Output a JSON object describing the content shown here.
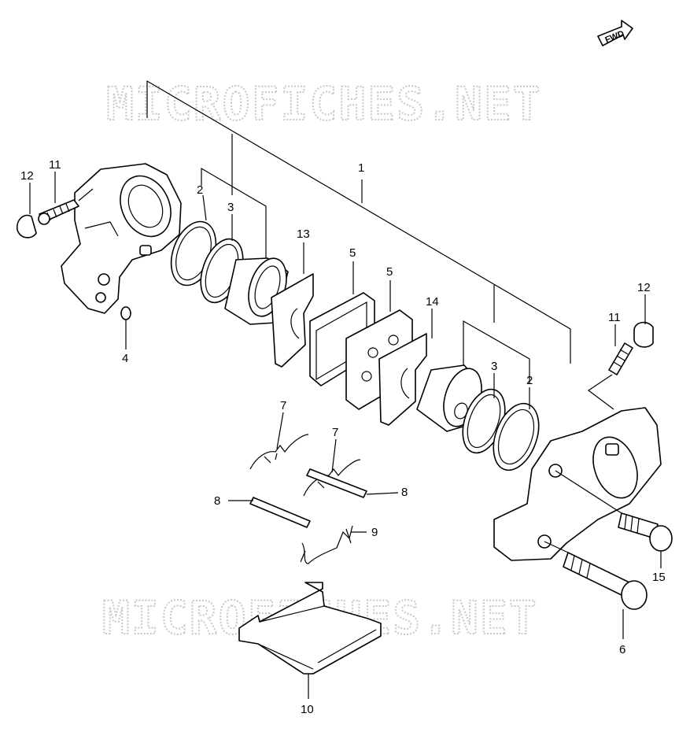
{
  "watermark": {
    "top": "MICROFICHES.NET",
    "bottom": "MICROFICHES.NET"
  },
  "direction_badge": "FWD",
  "callouts": {
    "c1": "1",
    "c2a": "2",
    "c2b": "2",
    "c3a": "3",
    "c3b": "3",
    "c4": "4",
    "c5a": "5",
    "c5b": "5",
    "c6": "6",
    "c7a": "7",
    "c7b": "7",
    "c8a": "8",
    "c8b": "8",
    "c9": "9",
    "c10": "10",
    "c11a": "11",
    "c11b": "11",
    "c12a": "12",
    "c12b": "12",
    "c13": "13",
    "c14": "14",
    "c15": "15"
  }
}
